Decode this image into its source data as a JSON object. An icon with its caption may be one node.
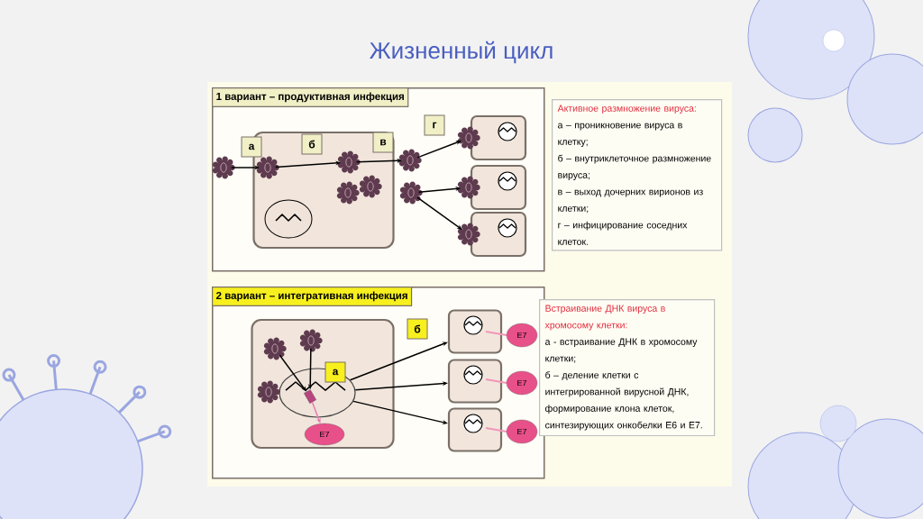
{
  "diagram": {
    "title": "Жизненный цикл",
    "nodes": [
      {
        "text": [
          "1 вариант – продуктивная инфекция"
        ]
      },
      {
        "text": [],
        "shape": "box",
        "in": 0
      },
      {
        "text": [],
        "shape": "circle",
        "in": 0
      },
      {
        "text": [],
        "shape": "circle",
        "in": 1
      },
      {
        "text": [],
        "shape": "circle",
        "in": 1
      },
      {
        "text": [],
        "shape": "circle",
        "in": 1
      },
      {
        "text": [],
        "shape": "circle",
        "in": 1
      },
      {
        "text": [],
        "shape": "circle",
        "in": 0
      },
      {
        "text": [],
        "shape": "circle",
        "in": 0
      },
      {
        "text": [],
        "shape": "box",
        "in": 0
      },
      {
        "text": [],
        "shape": "box",
        "in": 0
      },
      {
        "text": [],
        "shape": "box",
        "in": 0
      },
      {
        "text": [],
        "shape": "circle",
        "in": 0
      },
      {
        "text": [],
        "shape": "circle",
        "in": 0
      },
      {
        "text": [],
        "shape": "circle",
        "in": 0
      },
      {
        "text": [
          "а"
        ],
        "in": 0
      },
      {
        "text": [
          "б"
        ],
        "in": 1
      },
      {
        "text": [
          "в"
        ],
        "in": 1
      },
      {
        "text": [
          "г"
        ],
        "in": 0
      },
      {
        "text": [
          "Активное размножение вируса:",
          "а – проникновение вируса в клетку;",
          "б – внутриклеточное размножение вируса;",
          "в – выход дочерних вирионов из клетки;",
          "г – инфицирование соседних клеток."
        ]
      },
      {
        "text": [
          "2 вариант – интегративная инфекция"
        ]
      },
      {
        "text": [],
        "shape": "box",
        "in": 20
      },
      {
        "text": [],
        "shape": "ellipse",
        "in": 21
      },
      {
        "text": [],
        "shape": "box",
        "in": 22
      },
      {
        "text": [],
        "shape": "circle",
        "in": 21
      },
      {
        "text": [],
        "shape": "circle",
        "in": 21
      },
      {
        "text": [],
        "shape": "circle",
        "in": 21
      },
      {
        "text": [
          "E7"
        ],
        "in": 21
      },
      {
        "text": [
          "а"
        ],
        "in": 21
      },
      {
        "text": [
          "б"
        ],
        "in": 20
      },
      {
        "text": [],
        "shape": "box",
        "in": 20
      },
      {
        "text": [],
        "shape": "box",
        "in": 20
      },
      {
        "text": [],
        "shape": "box",
        "in": 20
      },
      {
        "text": [
          "E7"
        ],
        "in": 20
      },
      {
        "text": [
          "E7"
        ],
        "in": 20
      },
      {
        "text": [
          "E7"
        ],
        "in": 20
      },
      {
        "text": [
          "Встраивание ДНК вируса в хромосому клетки:",
          "а - встраивание ДНК в хромосому клетки;",
          "б – деление клетки с интегрированной вирусной ДНК, формирование клона клеток, синтезирующих онкобелки Е6 и Е7."
        ]
      }
    ],
    "edges": [
      {
        "from": 2,
        "to": 3,
        "arrow": "to"
      },
      {
        "from": 3,
        "to": 4,
        "arrow": "to"
      },
      {
        "from": 4,
        "to": 7,
        "arrow": "to"
      },
      {
        "from": 7,
        "to": 12,
        "arrow": "to"
      },
      {
        "from": 8,
        "to": 13,
        "arrow": "to"
      },
      {
        "from": 8,
        "to": 14,
        "arrow": "to"
      },
      {
        "from": 24,
        "to": 23,
        "arrow": "to"
      },
      {
        "from": 25,
        "to": 23,
        "arrow": "to"
      },
      {
        "from": 23,
        "to": 27,
        "arrow": "to",
        "color": "#e87ab0"
      },
      {
        "from": 22,
        "to": 30,
        "arrow": "to"
      },
      {
        "from": 22,
        "to": 31,
        "arrow": "to"
      },
      {
        "from": 22,
        "to": 32,
        "arrow": "to"
      }
    ]
  }
}
